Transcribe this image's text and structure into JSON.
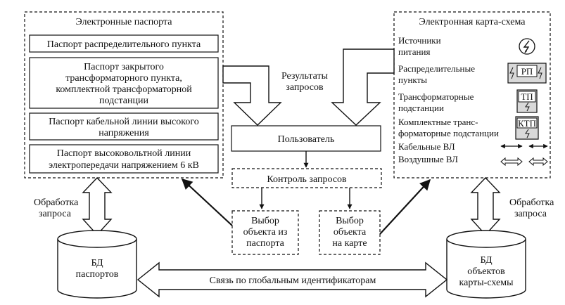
{
  "left_panel": {
    "title": "Электронные паспорта",
    "items": [
      [
        "Паспорт распределительного пункта"
      ],
      [
        "Паспорт закрытого",
        "трансформаторного пункта,",
        "комплектной трансформаторной",
        "подстанции"
      ],
      [
        "Паспорт кабельной линии высокого",
        "напряжения"
      ],
      [
        "Паспорт высоковольтной линии",
        "электропередачи напряжением 6 кВ"
      ]
    ]
  },
  "right_panel": {
    "title": "Электронная карта-схема",
    "legend": [
      {
        "lines": [
          "Источники",
          "питания"
        ],
        "icon": "power-source-icon"
      },
      {
        "lines": [
          "Распределительные",
          "пункты"
        ],
        "icon": "distribution-point-icon",
        "icon_label": "РП"
      },
      {
        "lines": [
          "Трансформаторные",
          "подстанции"
        ],
        "icon": "transformer-substation-icon",
        "icon_label": "ТП"
      },
      {
        "lines": [
          "Комплектные транс-",
          "форматорные подстанции"
        ],
        "icon": "complete-substation-icon",
        "icon_label": "КТП"
      },
      {
        "lines": [
          "Кабельные ВЛ"
        ],
        "icon": "cable-line-icon"
      },
      {
        "lines": [
          "Воздушные ВЛ"
        ],
        "icon": "overhead-line-icon"
      }
    ]
  },
  "results_label": [
    "Результаты",
    "запросов"
  ],
  "user_label": "Пользователь",
  "query_control_label": "Контроль запросов",
  "select_passport": [
    "Выбор",
    "объекта из",
    "паспорта"
  ],
  "select_map": [
    "Выбор",
    "объекта",
    "на карте"
  ],
  "processing_left": [
    "Обработка",
    "запроса"
  ],
  "processing_right": [
    "Обработка",
    "запроса"
  ],
  "db_passports": [
    "БД",
    "паспортов"
  ],
  "db_objects": [
    "БД",
    "объектов",
    "карты-схемы"
  ],
  "global_link_label": "Связь по глобальным идентификаторам"
}
